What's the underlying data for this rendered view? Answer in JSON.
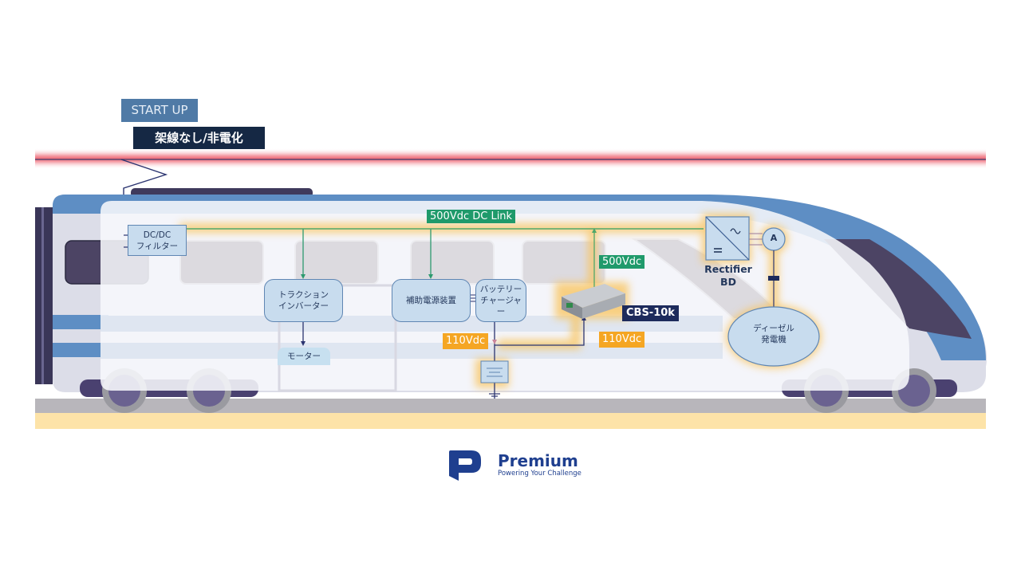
{
  "header": {
    "startup_label": "START UP",
    "mode_label": "架線なし/非電化"
  },
  "diagram": {
    "dc_link_label": "500Vdc DC Link",
    "components": {
      "dcdc_filter": [
        "DC/DC",
        "フィルター"
      ],
      "traction_inverter": [
        "トラクション",
        "インバーター"
      ],
      "motor": "モーター",
      "aux_power": "補助電源装置",
      "battery_charger": [
        "バッテリー",
        "チャージャー"
      ],
      "rectifier": [
        "Rectifier",
        "BD"
      ],
      "alternator": "A",
      "diesel_generator": [
        "ディーゼル",
        "発電機"
      ],
      "converter_product": "CBS-10k"
    },
    "voltages": {
      "cbs_output": "500Vdc",
      "battery_left": "110Vdc",
      "battery_right": "110Vdc"
    },
    "colors": {
      "dc_link_green": "#1f9a6b",
      "low_voltage_orange": "#f5a623",
      "navy": "#1d2b5c",
      "catenary_red": "#f06a7a",
      "train_blue": "#5e8ec4"
    }
  },
  "brand": {
    "name": "Premium",
    "tagline": "Powering Your Challenge"
  }
}
